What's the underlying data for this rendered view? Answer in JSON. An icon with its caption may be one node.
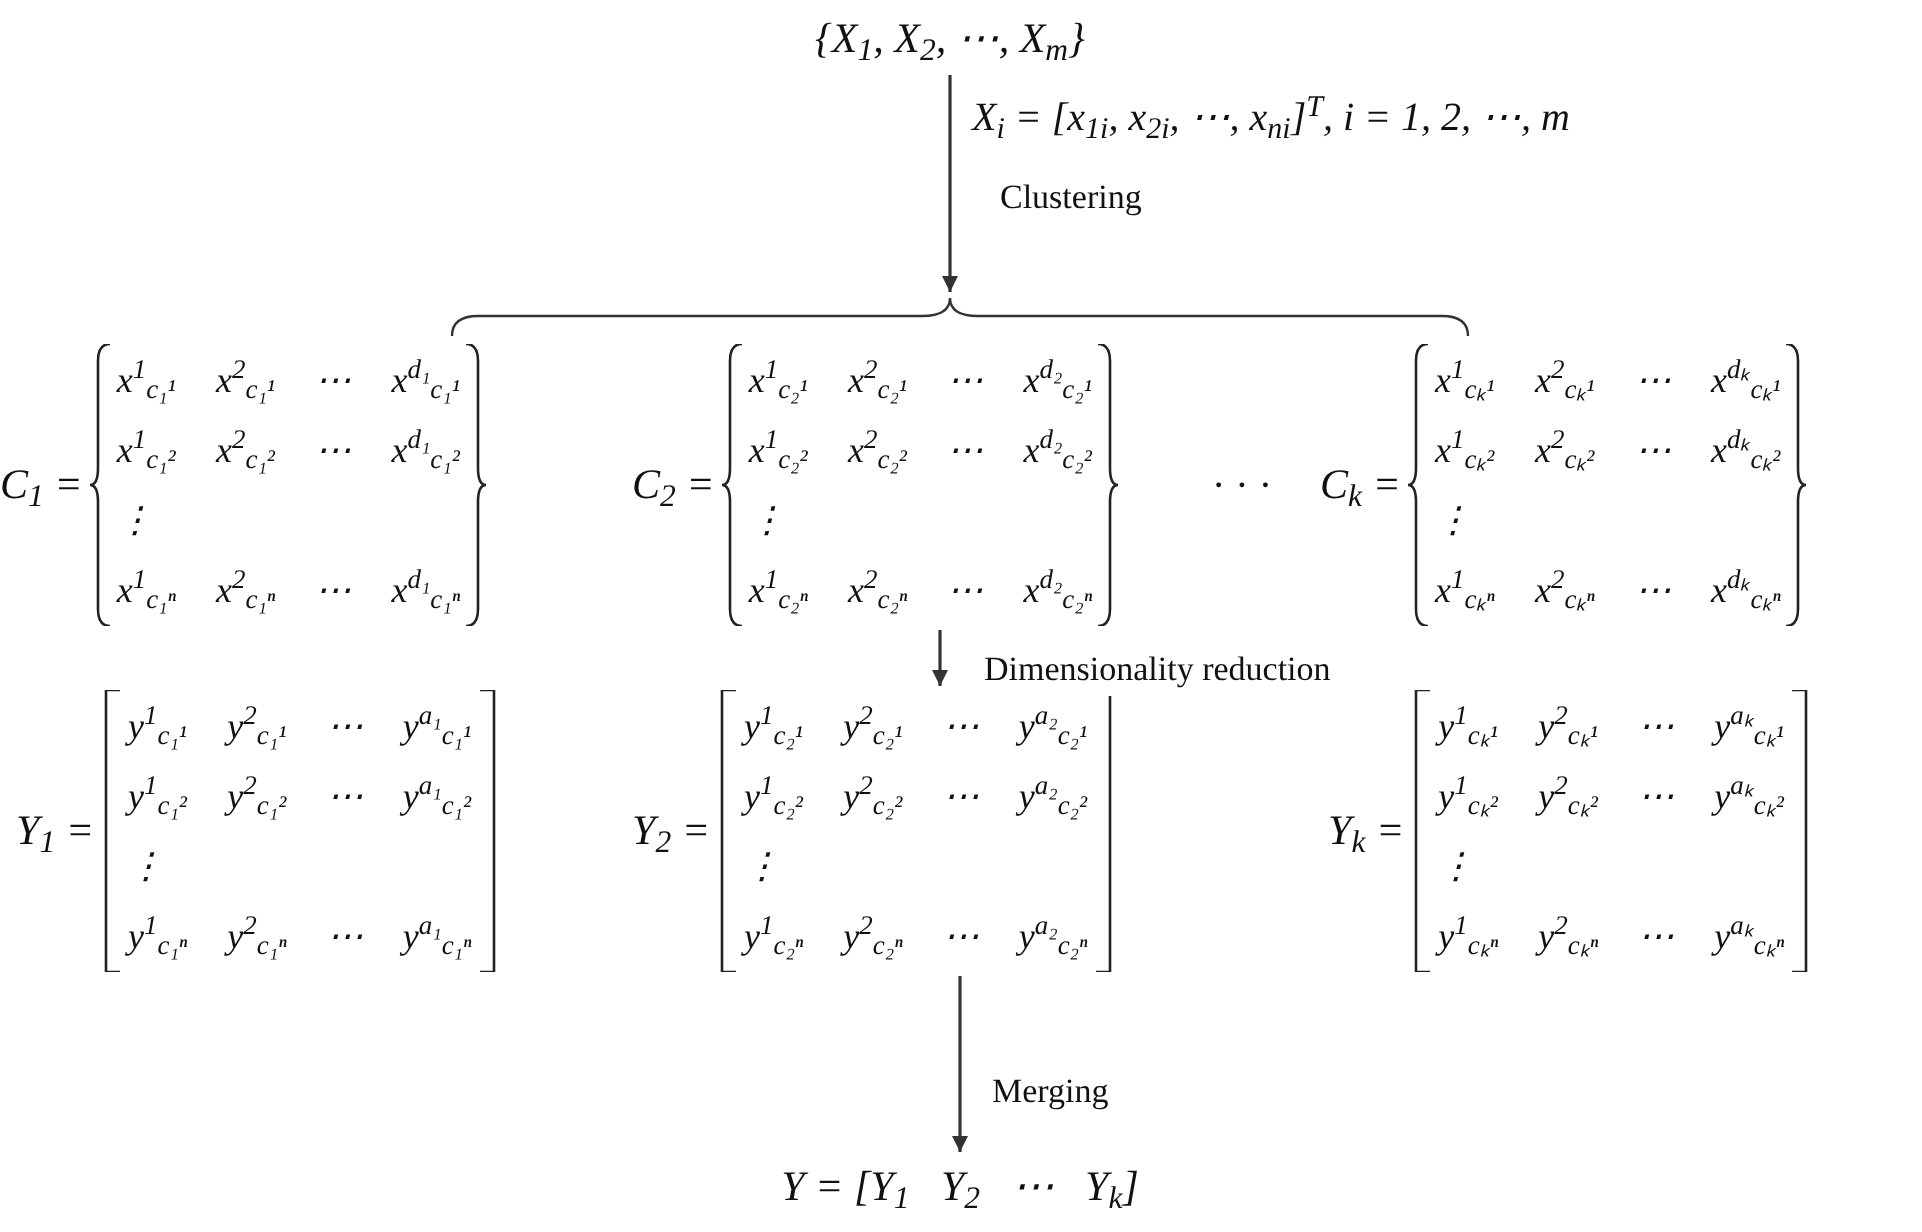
{
  "diagram": {
    "nodes": [
      {
        "text": [
          "{X$_{1}$, X$_{2}$, ⋯, X$_{m}$}"
        ]
      },
      {
        "text": [],
        "shape": "brace"
      },
      {
        "text": [
          "C$_{1}$ =",
          "x$^{1}$$_{c₁¹}$",
          "x$^{2}$$_{c₁¹}$",
          "⋯",
          "x$^{d₁}$$_{c₁¹}$",
          "x$^{1}$$_{c₁²}$",
          "x$^{2}$$_{c₁²}$",
          "⋯",
          "x$^{d₁}$$_{c₁²}$",
          "⋮",
          "x$^{1}$$_{c₁ⁿ}$",
          "x$^{2}$$_{c₁ⁿ}$",
          "⋯",
          "x$^{d₁}$$_{c₁ⁿ}$"
        ]
      },
      {
        "text": [
          "C$_{2}$ =",
          "x$^{1}$$_{c₂¹}$",
          "x$^{2}$$_{c₂¹}$",
          "⋯",
          "x$^{d₂}$$_{c₂¹}$",
          "x$^{1}$$_{c₂²}$",
          "x$^{2}$$_{c₂²}$",
          "⋯",
          "x$^{d₂}$$_{c₂²}$",
          "⋮",
          "x$^{1}$$_{c₂ⁿ}$",
          "x$^{2}$$_{c₂ⁿ}$",
          "⋯",
          "x$^{d₂}$$_{c₂ⁿ}$"
        ]
      },
      {
        "text": [
          "C$_{k}$ =",
          "x$^{1}$$_{cₖ¹}$",
          "x$^{2}$$_{cₖ¹}$",
          "⋯",
          "x$^{dₖ}$$_{cₖ¹}$",
          "x$^{1}$$_{cₖ²}$",
          "x$^{2}$$_{cₖ²}$",
          "⋯",
          "x$^{dₖ}$$_{cₖ²}$",
          "⋮",
          "x$^{1}$$_{cₖⁿ}$",
          "x$^{2}$$_{cₖⁿ}$",
          "⋯",
          "x$^{dₖ}$$_{cₖⁿ}$"
        ]
      },
      {
        "text": [
          "Y$_{1}$ =",
          "y$^{1}$$_{c₁¹}$",
          "y$^{2}$$_{c₁¹}$",
          "⋯",
          "y$^{a₁}$$_{c₁¹}$",
          "y$^{1}$$_{c₁²}$",
          "y$^{2}$$_{c₁²}$",
          "⋯",
          "y$^{a₁}$$_{c₁²}$",
          "⋮",
          "y$^{1}$$_{c₁ⁿ}$",
          "y$^{2}$$_{c₁ⁿ}$",
          "⋯",
          "y$^{a₁}$$_{c₁ⁿ}$"
        ]
      },
      {
        "text": [
          "Y$_{2}$ =",
          "y$^{1}$$_{c₂¹}$",
          "y$^{2}$$_{c₂¹}$",
          "⋯",
          "y$^{a₂}$$_{c₂¹}$",
          "y$^{1}$$_{c₂²}$",
          "y$^{2}$$_{c₂²}$",
          "⋯",
          "y$^{a₂}$$_{c₂²}$",
          "⋮",
          "y$^{1}$$_{c₂ⁿ}$",
          "y$^{2}$$_{c₂ⁿ}$",
          "⋯",
          "y$^{a₂}$$_{c₂ⁿ}$"
        ]
      },
      {
        "text": [
          "Y$_{k}$ =",
          "y$^{1}$$_{cₖ¹}$",
          "y$^{2}$$_{cₖ¹}$",
          "⋯",
          "y$^{aₖ}$$_{cₖ¹}$",
          "y$^{1}$$_{cₖ²}$",
          "y$^{2}$$_{cₖ²}$",
          "⋯",
          "y$^{aₖ}$$_{cₖ²}$",
          "⋮",
          "y$^{1}$$_{cₖⁿ}$",
          "y$^{2}$$_{cₖⁿ}$",
          "⋯",
          "y$^{aₖ}$$_{cₖⁿ}$"
        ]
      },
      {
        "text": [
          "Y = [Y$_{1}$   Y$_{2}$   ⋯   Y$_{k}$]"
        ]
      }
    ],
    "edges": [
      {
        "from": 0,
        "to": 1,
        "arrow": "to",
        "label": "Clustering"
      },
      {
        "from": 3,
        "to": 6,
        "arrow": "to",
        "label": "Dimensionality reduction"
      },
      {
        "from": 6,
        "to": 8,
        "arrow": "to",
        "label": "Merging"
      }
    ],
    "labels": [
      "X$_{i}$ = [x$_{1i}$, x$_{2i}$, ⋯, x$_{ni}$]$^{T}$, i = 1, 2, ⋯, m",
      "· · ·"
    ]
  }
}
